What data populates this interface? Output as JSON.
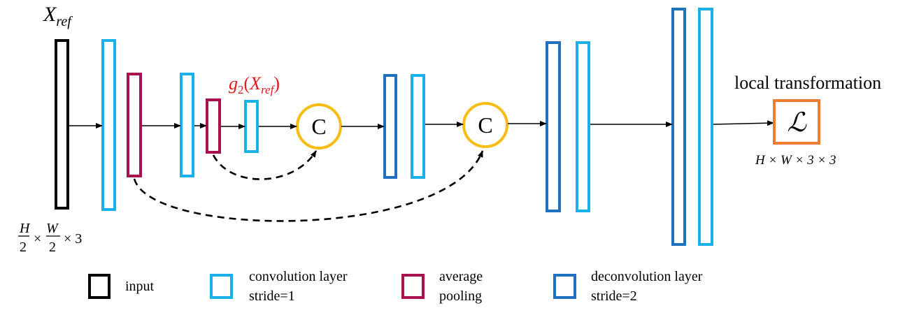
{
  "colors": {
    "input": "#000000",
    "conv": "#1ab0ea",
    "pool": "#a8104f",
    "deconv": "#1f72be",
    "concat": "#f7bd14",
    "red_text": "#e0191b",
    "output": "#ed7d31"
  },
  "labels": {
    "x_ref_base": "X",
    "x_ref_sub": "ref",
    "input_size": {
      "frac1_num": "H",
      "frac1_den": "2",
      "times1": "×",
      "frac2_num": "W",
      "frac2_den": "2",
      "tail": "× 3"
    },
    "g2_base": "g",
    "g2_sub": "2",
    "g2_open": "(",
    "g2_arg": "X",
    "g2_arg_sub": "ref",
    "g2_close": ")",
    "concat_symbol": "C",
    "output_title": "local transformation",
    "output_symbol": "ℒ",
    "output_size": "H × W × 3 × 3"
  },
  "legend": [
    {
      "kind": "input",
      "lines": [
        "input"
      ]
    },
    {
      "kind": "conv",
      "lines": [
        "convolution layer",
        "stride=1"
      ]
    },
    {
      "kind": "pool",
      "lines": [
        "average",
        "pooling"
      ]
    },
    {
      "kind": "deconv",
      "lines": [
        "deconvolution layer",
        "stride=2"
      ]
    }
  ]
}
